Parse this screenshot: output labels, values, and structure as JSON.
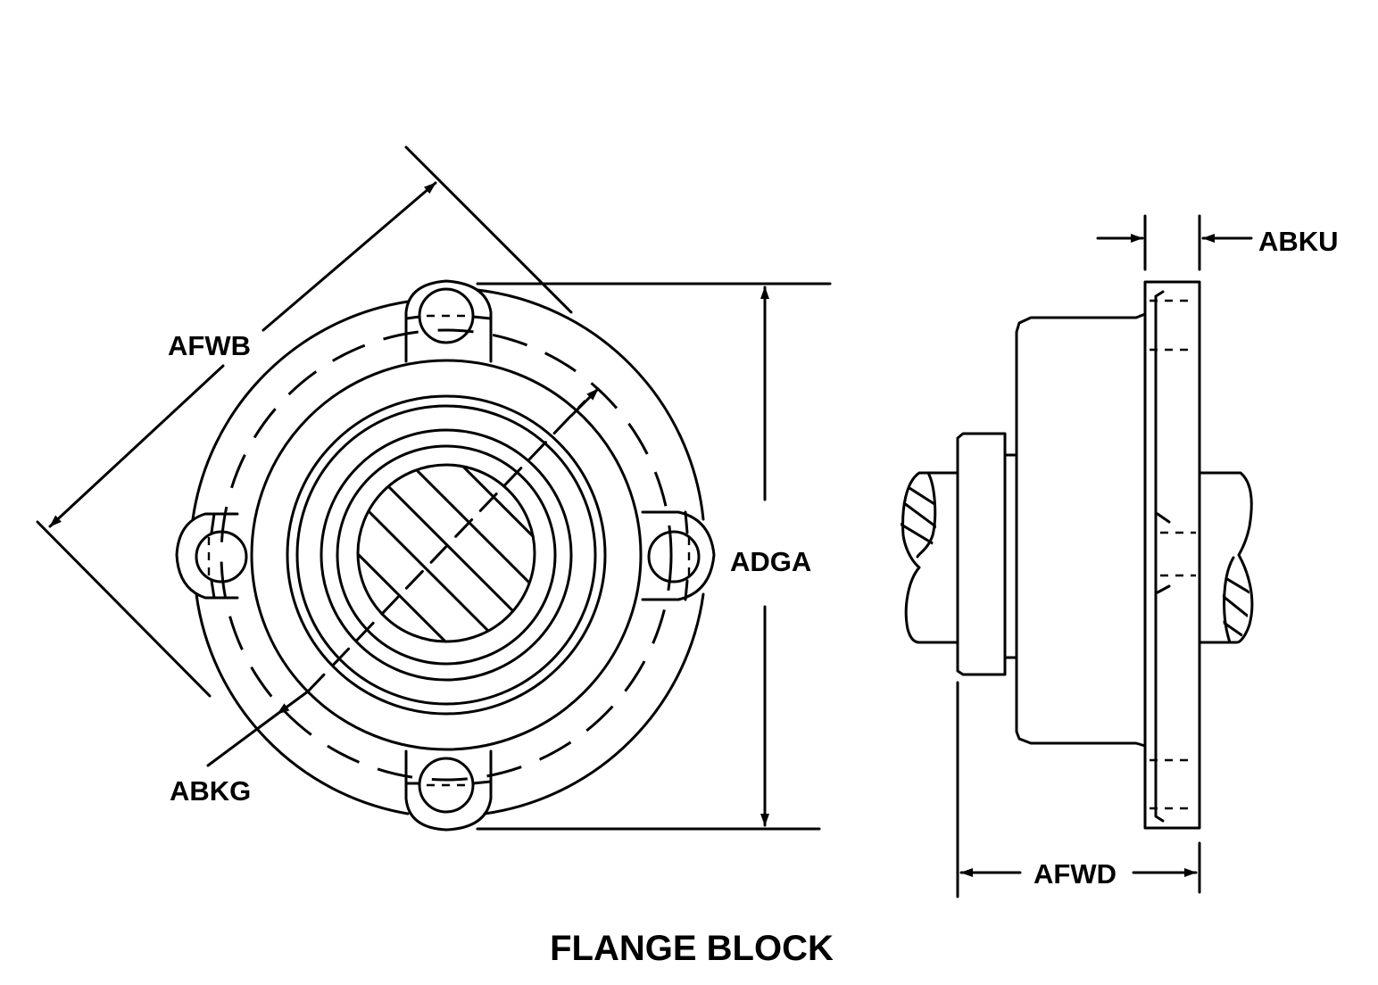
{
  "diagram": {
    "title": "FLANGE BLOCK",
    "front_view_labels": {
      "afwb": "AFWB",
      "abkg": "ABKG",
      "adga": "ADGA"
    },
    "side_view_labels": {
      "abku": "ABKU",
      "afwd": "AFWD"
    },
    "line_color": "#000000",
    "background": "#ffffff"
  }
}
